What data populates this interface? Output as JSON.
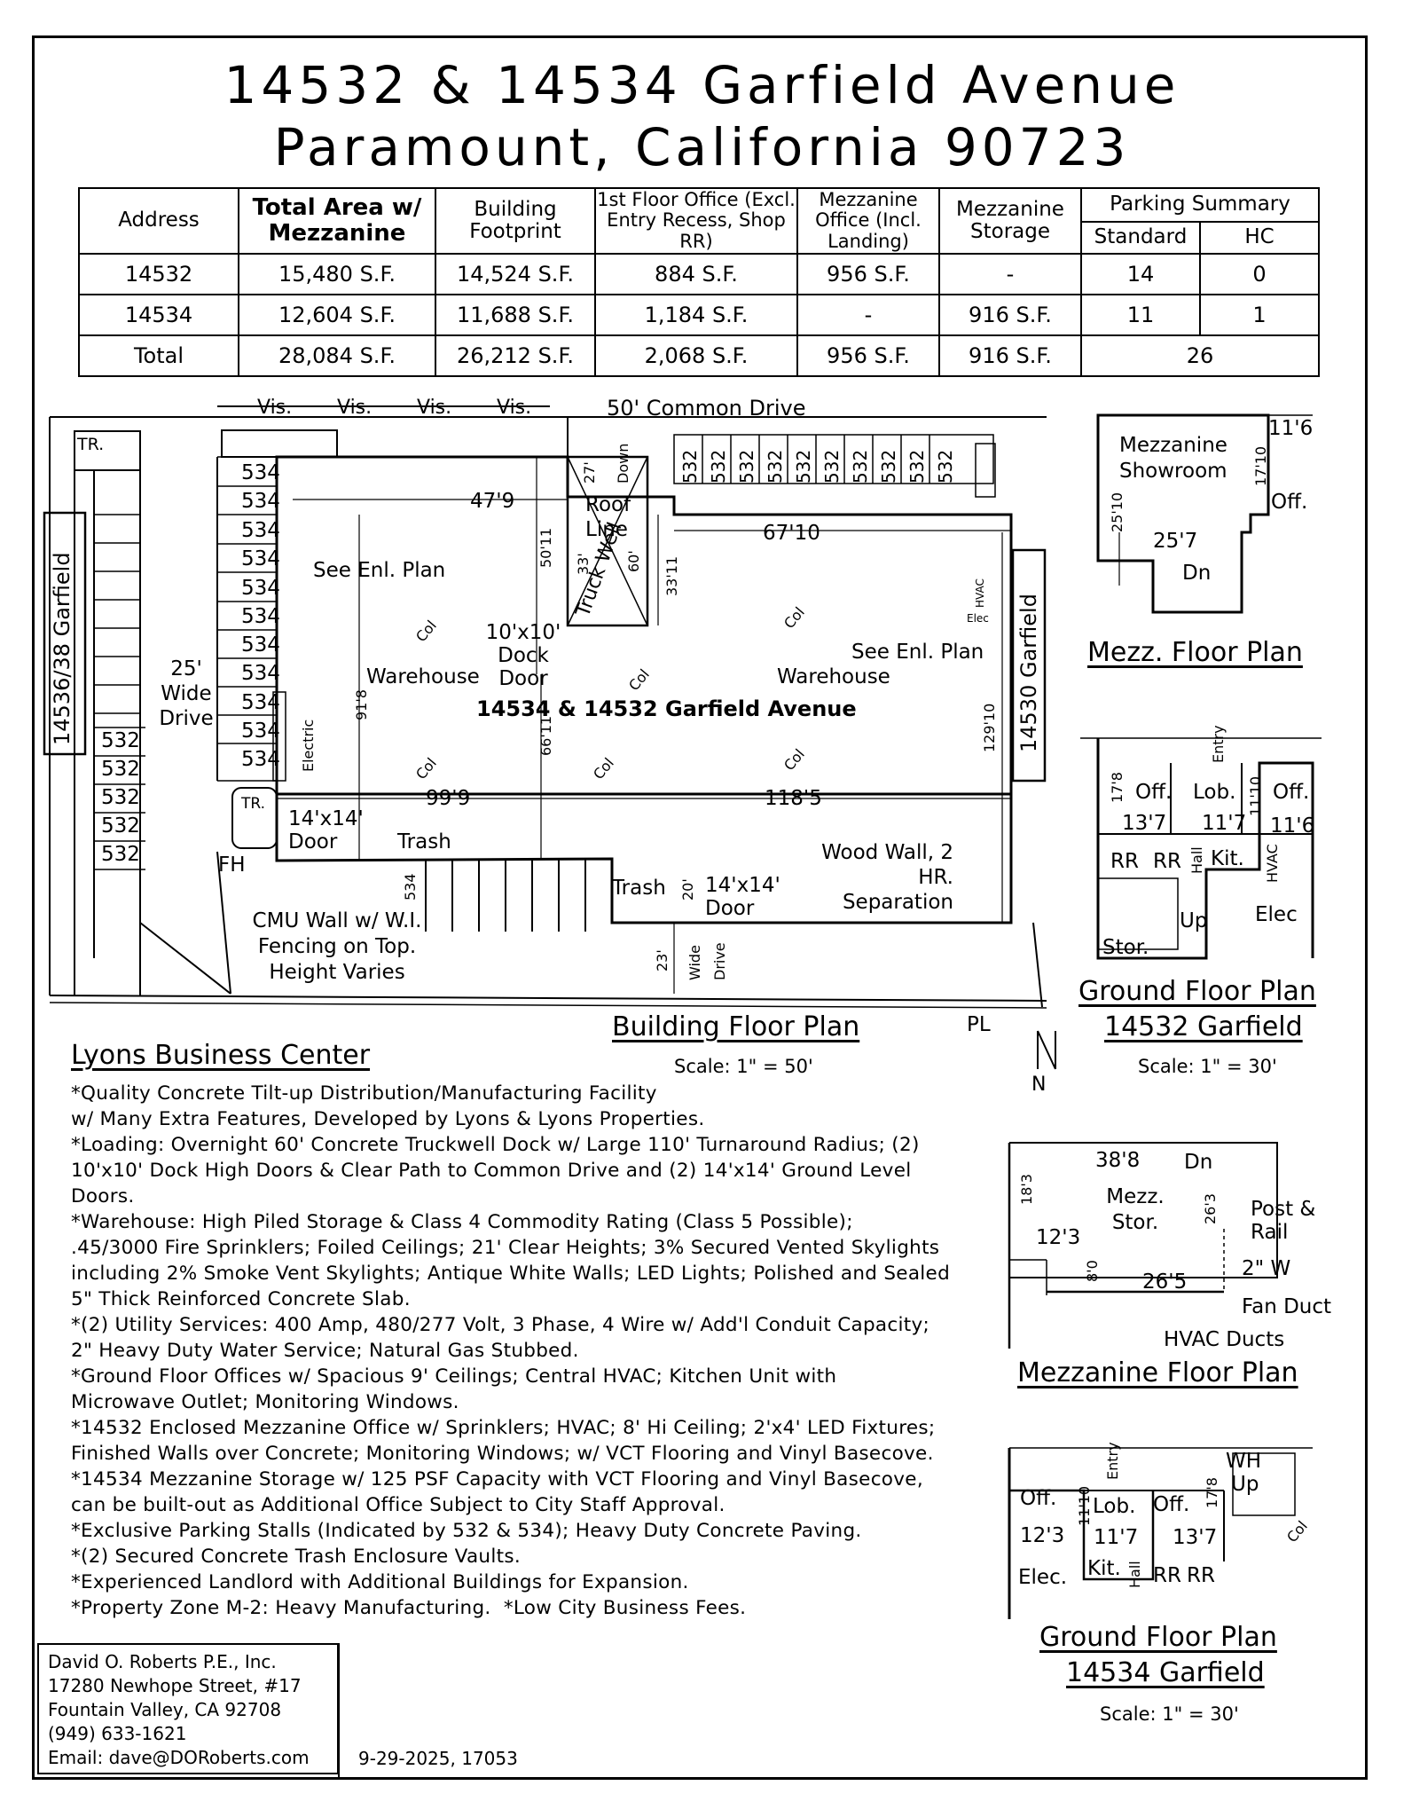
{
  "title": {
    "line1": "14532 & 14534 Garfield Avenue",
    "line2": "Paramount, California   90723"
  },
  "summary_table": {
    "headers": {
      "address": "Address",
      "total_area": "Total Area w/ Mezzanine",
      "footprint": "Building Footprint",
      "office_1st": "1st Floor Office (Excl. Entry Recess, Shop RR)",
      "mezz_office": "Mezzanine Office (Incl. Landing)",
      "mezz_storage": "Mezzanine Storage",
      "parking": "Parking Summary",
      "standard": "Standard",
      "hc": "HC"
    },
    "rows": [
      {
        "address": "14532",
        "total": "15,480 S.F.",
        "footprint": "14,524 S.F.",
        "office": "884 S.F.",
        "mezz_office": "956 S.F.",
        "mezz_storage": "-",
        "standard": "14",
        "hc": "0"
      },
      {
        "address": "14534",
        "total": "12,604 S.F.",
        "footprint": "11,688 S.F.",
        "office": "1,184 S.F.",
        "mezz_office": "-",
        "mezz_storage": "916 S.F.",
        "standard": "11",
        "hc": "1"
      },
      {
        "address": "Total",
        "total": "28,084 S.F.",
        "footprint": "26,212 S.F.",
        "office": "2,068 S.F.",
        "mezz_office": "956 S.F.",
        "mezz_storage": "916 S.F.",
        "parking_total": "26"
      }
    ]
  },
  "building_plan": {
    "heading": "Building Floor Plan",
    "scale": "Scale: 1\" = 50'",
    "labels": {
      "vis": "Vis.",
      "common_drive": "50' Common Drive",
      "tr": "TR.",
      "stall_534": "534",
      "stall_532": "532",
      "dim_47_9": "47'9",
      "dim_50_11": "50'11",
      "dim_27": "27'",
      "down": "Down",
      "roof_line": "Roof Line",
      "dim_67_10": "67'10",
      "see_enl_plan": "See Enl. Plan",
      "truck_well": "Truck Well",
      "dim_33": "33'",
      "dim_60": "60'",
      "dim_33_11": "33'11",
      "col": "Col",
      "dock_door": "10'x10' Dock Door",
      "warehouse": "Warehouse",
      "building_name": "14534 & 14532 Garfield Avenue",
      "neighbor_left": "14536/38 Garfield",
      "neighbor_right": "14530 Garfield",
      "wide_drive_25": "25' Wide Drive",
      "dim_91_8": "91'8",
      "electric": "Electric",
      "dim_66_11": "66'11",
      "dim_129_10": "129'10",
      "dim_99_9": "99'9",
      "dim_118_5": "118'5",
      "door_14": "14'x14' Door",
      "trash": "Trash",
      "fh": "FH",
      "wood_wall": "Wood Wall, 2 HR. Separation",
      "dim_20": "20'",
      "cmu_wall": "CMU Wall w/ W.I. Fencing on Top. Height Varies",
      "dim_23": "23'",
      "wide_drive": "Wide Drive",
      "pl": "PL",
      "hvac": "HVAC",
      "elec": "Elec"
    }
  },
  "mezz_plan_14532": {
    "heading": "Mezz. Floor Plan",
    "showroom": "Mezzanine Showroom",
    "dim_11_6": "11'6",
    "dim_17_10": "17'10",
    "off": "Off.",
    "dim_25_10": "25'10",
    "dim_25_7": "25'7",
    "dn": "Dn"
  },
  "ground_plan_14532": {
    "heading": "Ground Floor Plan",
    "subheading": "14532 Garfield",
    "scale": "Scale: 1\" = 30'",
    "entry": "Entry",
    "dim_17_8": "17'8",
    "off": "Off.",
    "lob": "Lob.",
    "dim_11_10": "11'10",
    "dim_13_7": "13'7",
    "dim_11_7": "11'7",
    "dim_11_6": "11'6",
    "rr": "RR",
    "hall": "Hall",
    "kit": "Kit.",
    "hvac": "HVAC",
    "elec": "Elec",
    "up": "Up",
    "stor": "Stor."
  },
  "mezz_plan_14534": {
    "heading": "Mezzanine Floor Plan",
    "dim_38_8": "38'8",
    "dn": "Dn",
    "dim_18_3": "18'3",
    "mezz_stor": "Mezz. Stor.",
    "dim_26_3": "26'3",
    "post_rail": "Post & Rail",
    "dim_12_3": "12'3",
    "dim_8_0": "8'0",
    "dim_26_5": "26'5",
    "two_w": "2\" W",
    "fan_duct": "Fan Duct",
    "hvac_ducts": "HVAC Ducts"
  },
  "ground_plan_14534": {
    "heading": "Ground Floor Plan",
    "subheading": "14534 Garfield",
    "scale": "Scale: 1\" = 30'",
    "entry": "Entry",
    "wh": "WH",
    "up": "Up",
    "off": "Off.",
    "lob": "Lob.",
    "dim_11_10": "11'10",
    "dim_17_8": "17'8",
    "dim_12_3": "12'3",
    "dim_11_7": "11'7",
    "dim_13_7": "13'7",
    "elec": "Elec.",
    "kit": "Kit.",
    "hall": "Hall",
    "rr": "RR",
    "col": "Col"
  },
  "description": {
    "heading": "Lyons Business Center",
    "lines": [
      "*Quality Concrete Tilt-up Distribution/Manufacturing Facility",
      "w/ Many Extra Features, Developed by Lyons & Lyons Properties.",
      "*Loading: Overnight 60' Concrete Truckwell Dock w/ Large 110' Turnaround Radius; (2)",
      "10'x10' Dock High Doors & Clear Path to Common Drive and (2) 14'x14' Ground Level",
      "Doors.",
      "*Warehouse: High Piled Storage & Class 4 Commodity Rating (Class 5 Possible);",
      ".45/3000 Fire Sprinklers; Foiled Ceilings; 21' Clear Heights; 3% Secured Vented Skylights",
      "including 2% Smoke Vent Skylights; Antique White Walls; LED Lights; Polished and Sealed",
      "5\" Thick Reinforced Concrete Slab.",
      "*(2) Utility Services: 400 Amp, 480/277 Volt, 3 Phase, 4 Wire w/ Add'l Conduit Capacity;",
      "2\" Heavy Duty Water Service; Natural Gas Stubbed.",
      "*Ground Floor Offices w/ Spacious 9' Ceilings; Central HVAC; Kitchen Unit with",
      "Microwave Outlet; Monitoring Windows.",
      "*14532 Enclosed Mezzanine Office w/ Sprinklers; HVAC; 8' Hi Ceiling; 2'x4' LED Fixtures;",
      "Finished Walls over Concrete; Monitoring Windows; w/ VCT Flooring and Vinyl Basecove.",
      "*14534 Mezzanine Storage w/ 125 PSF Capacity with VCT Flooring and Vinyl Basecove,",
      "can be built-out as Additional Office Subject to City Staff Approval.",
      "*Exclusive Parking Stalls (Indicated by 532 & 534); Heavy Duty Concrete Paving.",
      "*(2) Secured Concrete Trash Enclosure Vaults.",
      "*Experienced Landlord with Additional Buildings for Expansion.",
      "*Property Zone M-2: Heavy Manufacturing.  *Low City Business Fees."
    ]
  },
  "contact": {
    "lines": [
      "David O. Roberts P.E., Inc.",
      "17280 Newhope Street, #17",
      "Fountain Valley, CA 92708",
      "(949) 633-1621",
      "Email: dave@DORoberts.com"
    ]
  },
  "date_ref": "9-29-2025, 17053",
  "north_arrow": "N"
}
